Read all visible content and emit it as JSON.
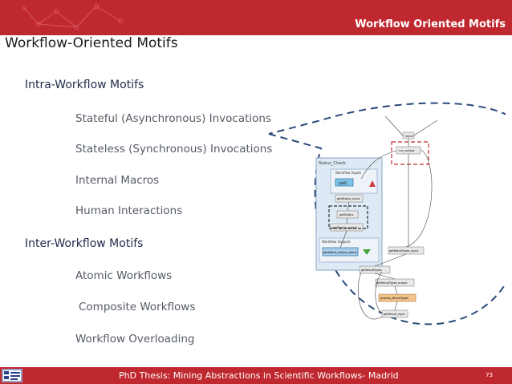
{
  "header": {
    "title": "Workflow Oriented Motifs"
  },
  "slide": {
    "title": "Workflow-Oriented Motifs",
    "sections": [
      {
        "heading": "Intra-Workflow Motifs",
        "items": [
          "Stateful (Asynchronous) Invocations",
          "Stateless (Synchronous) Invocations",
          "Internal Macros",
          "Human Interactions"
        ]
      },
      {
        "heading": "Inter-Workflow Motifs",
        "items": [
          "Atomic Workflows",
          "Composite Workflows",
          "Workflow Overloading"
        ]
      }
    ]
  },
  "diagram": {
    "group_label": "Status_Check",
    "inner_label_1": "Workflow Inputs",
    "inner_label_2": "Workflow Outputs",
    "nodes": [
      "input",
      "run_output",
      "jobID",
      "getStatus_input",
      "getStatus",
      "getStatus_output",
      "getStatus_output_status",
      "getResultTypes_input",
      "getResultTypes",
      "getResultTypes_output",
      "process_ResultTypes",
      "getResult_input"
    ]
  },
  "footer": {
    "text": "PhD Thesis: Mining Abstractions in Scientific Workflows- Madrid",
    "page": "73"
  },
  "colors": {
    "accent": "#c0282f",
    "dashed": "#2b4a7a"
  }
}
